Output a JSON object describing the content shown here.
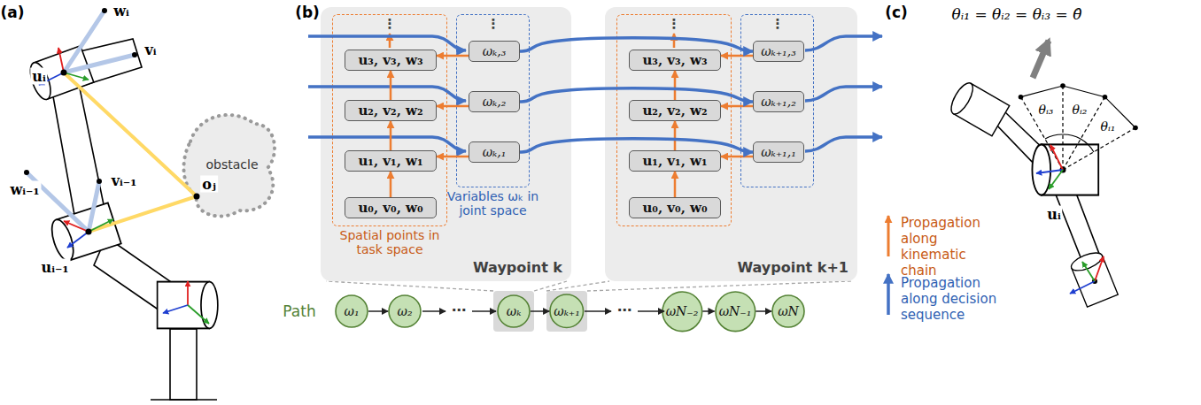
{
  "diagram": {
    "nodes": [
      {
        "text": [
          "Waypoint k"
        ]
      },
      {
        "text": [
          "Spatial points in task space"
        ],
        "in": 0
      },
      {
        "text": [
          "Variables ωₖ in joint space"
        ],
        "in": 0
      },
      {
        "text": [
          "u₀, v₀, w₀"
        ],
        "in": 1
      },
      {
        "text": [
          "u₁, v₁, w₁"
        ],
        "in": 1
      },
      {
        "text": [
          "u₂, v₂, w₂"
        ],
        "in": 1
      },
      {
        "text": [
          "u₃, v₃, w₃"
        ],
        "in": 1
      },
      {
        "text": [
          "ωₖ,₁"
        ],
        "in": 2
      },
      {
        "text": [
          "ωₖ,₂"
        ],
        "in": 2
      },
      {
        "text": [
          "ωₖ,₃"
        ],
        "in": 2
      },
      {
        "text": [
          "Waypoint k+1"
        ]
      },
      {
        "text": [],
        "in": 10
      },
      {
        "text": [],
        "in": 10
      },
      {
        "text": [
          "u₀, v₀, w₀"
        ],
        "in": 11
      },
      {
        "text": [
          "u₁, v₁, w₁"
        ],
        "in": 11
      },
      {
        "text": [
          "u₂, v₂, w₂"
        ],
        "in": 11
      },
      {
        "text": [
          "u₃, v₃, w₃"
        ],
        "in": 11
      },
      {
        "text": [
          "ωₖ₊₁,₁"
        ],
        "in": 12
      },
      {
        "text": [
          "ωₖ₊₁,₂"
        ],
        "in": 12
      },
      {
        "text": [
          "ωₖ₊₁,₃"
        ],
        "in": 12
      },
      {
        "text": [
          "ω₁"
        ]
      },
      {
        "text": [
          "ω₂"
        ]
      },
      {
        "text": [
          "ωₖ"
        ]
      },
      {
        "text": [
          "ωₖ₊₁"
        ]
      },
      {
        "text": [
          "ωN₋₂"
        ]
      },
      {
        "text": [
          "ωN₋₁"
        ]
      },
      {
        "text": [
          "ωN"
        ]
      }
    ],
    "edges": [
      {
        "from": 3,
        "to": 4,
        "arrow": "to"
      },
      {
        "from": 4,
        "to": 5,
        "arrow": "to"
      },
      {
        "from": 5,
        "to": 6,
        "arrow": "to"
      },
      {
        "from": 7,
        "to": 4,
        "arrow": "to"
      },
      {
        "from": 8,
        "to": 5,
        "arrow": "to"
      },
      {
        "from": 9,
        "to": 6,
        "arrow": "to"
      },
      {
        "from": 13,
        "to": 14,
        "arrow": "to"
      },
      {
        "from": 14,
        "to": 15,
        "arrow": "to"
      },
      {
        "from": 15,
        "to": 16,
        "arrow": "to"
      },
      {
        "from": 17,
        "to": 14,
        "arrow": "to"
      },
      {
        "from": 18,
        "to": 15,
        "arrow": "to"
      },
      {
        "from": 19,
        "to": 16,
        "arrow": "to"
      },
      {
        "from": 7,
        "to": 17,
        "arrow": "to"
      },
      {
        "from": 8,
        "to": 18,
        "arrow": "to"
      },
      {
        "from": 9,
        "to": 19,
        "arrow": "to"
      },
      {
        "from": 20,
        "to": 21,
        "arrow": "to"
      },
      {
        "from": 22,
        "to": 23,
        "arrow": "to"
      },
      {
        "from": 24,
        "to": 25,
        "arrow": "to"
      },
      {
        "from": 25,
        "to": 26,
        "arrow": "to"
      }
    ],
    "labels": [
      "(a)",
      "wᵢ",
      "vᵢ",
      "uᵢ",
      "wᵢ₋₁",
      "vᵢ₋₁",
      "uᵢ₋₁",
      "oⱼ",
      "obstacle",
      "(b)",
      "⋮",
      "⋮",
      "⋮",
      "⋮",
      "Path",
      "⋯",
      "⋯",
      "(c)",
      "θᵢ₁ = θᵢ₂ = θᵢ₃ = θ̂",
      "θᵢ₃",
      "θᵢ₂",
      "θᵢ₁",
      "uᵢ"
    ],
    "legend": [
      {
        "text": "Propagation along kinematic chain"
      },
      {
        "text": "Propagation along decision sequence"
      }
    ]
  }
}
